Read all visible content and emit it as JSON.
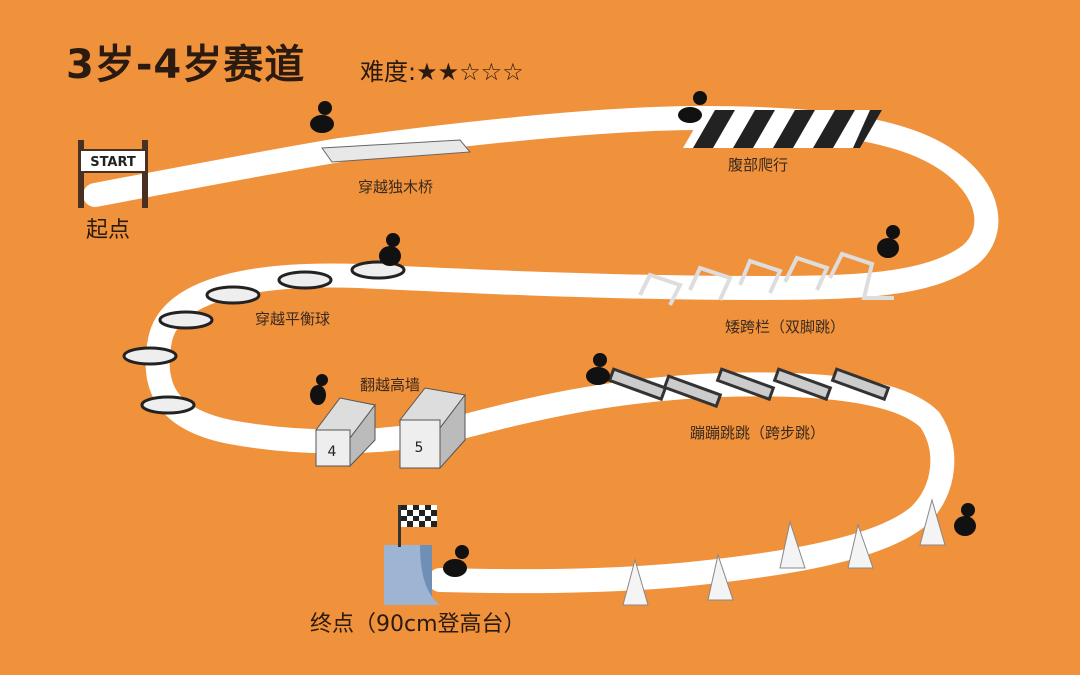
{
  "title": "3岁-4岁赛道",
  "difficulty": {
    "label": "难度:",
    "stars": "★★☆☆☆",
    "rating": 2,
    "max": 5
  },
  "start_sign": "START",
  "labels": {
    "start": "起点",
    "balance_beam": "穿越独木桥",
    "belly_crawl": "腹部爬行",
    "low_hurdles": "矮跨栏（双脚跳）",
    "balance_balls": "穿越平衡球",
    "wall_climb": "翻越高墙",
    "hopping": "蹦蹦跳跳（跨步跳）",
    "finish": "终点（90cm登高台）"
  },
  "blocks": [
    "4",
    "5"
  ],
  "colors": {
    "background": "#F0913C",
    "track": "#FFFFFF",
    "ink": "#1a1a1a"
  }
}
